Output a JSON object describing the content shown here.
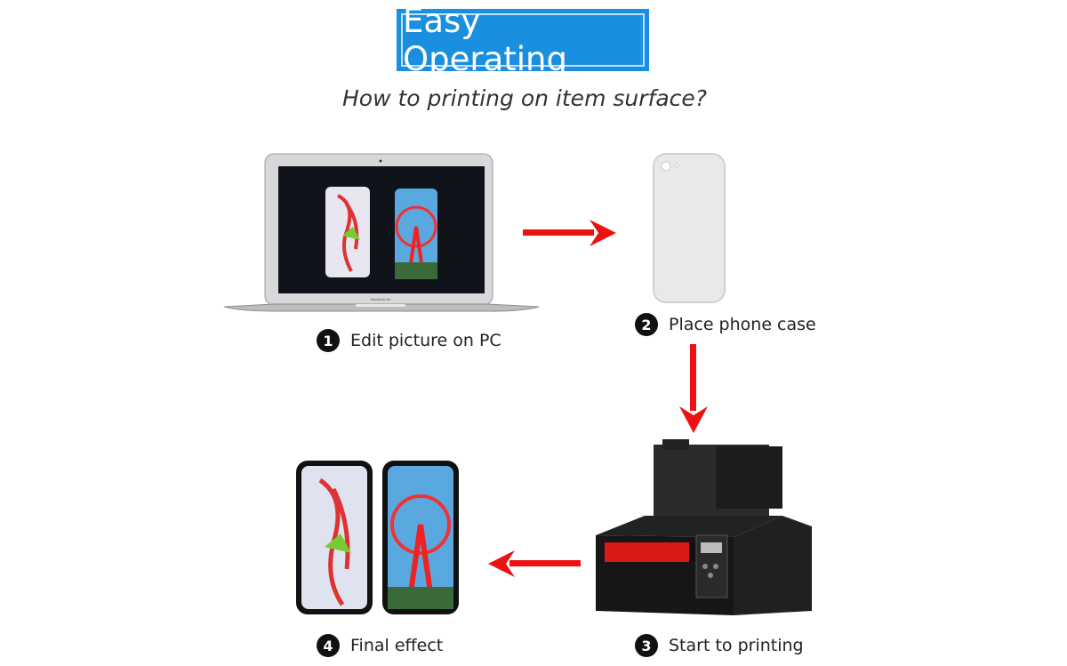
{
  "header": {
    "title": "Easy Operating",
    "subtitle": "How to printing on item surface?"
  },
  "colors": {
    "title_bg": "#1a8fe0",
    "arrow": "#ee1111",
    "step_badge": "#111111"
  },
  "steps": [
    {
      "number": "1",
      "label": "Edit picture on PC"
    },
    {
      "number": "2",
      "label": "Place phone case"
    },
    {
      "number": "3",
      "label": "Start to printing"
    },
    {
      "number": "4",
      "label": "Final effect"
    }
  ],
  "laptop": {
    "brand_text": "MacBook Air"
  },
  "icons": {
    "arrow": "arrow-right-icon",
    "step_badge": "numbered-circle-icon"
  }
}
